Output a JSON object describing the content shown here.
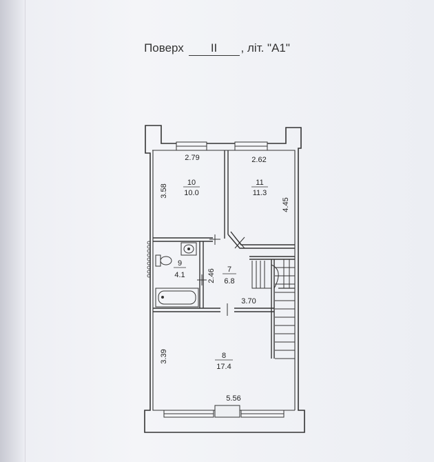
{
  "title": {
    "floor_label": "Поверх",
    "floor_number": "II",
    "building_suffix": ", літ. \"А1\""
  },
  "rooms": [
    {
      "id": "10",
      "area": "10.0"
    },
    {
      "id": "11",
      "area": "11.3"
    },
    {
      "id": "9",
      "area": "4.1"
    },
    {
      "id": "7",
      "area": "6.8"
    },
    {
      "id": "8",
      "area": "17.4"
    }
  ],
  "dimensions": {
    "room10_width": "2.79",
    "room10_depth": "3.58",
    "room11_width": "2.62",
    "room11_depth": "4.45",
    "corridor_width": "2.46",
    "corridor_length": "3.70",
    "room8_depth": "3.39",
    "room8_width": "5.56"
  }
}
